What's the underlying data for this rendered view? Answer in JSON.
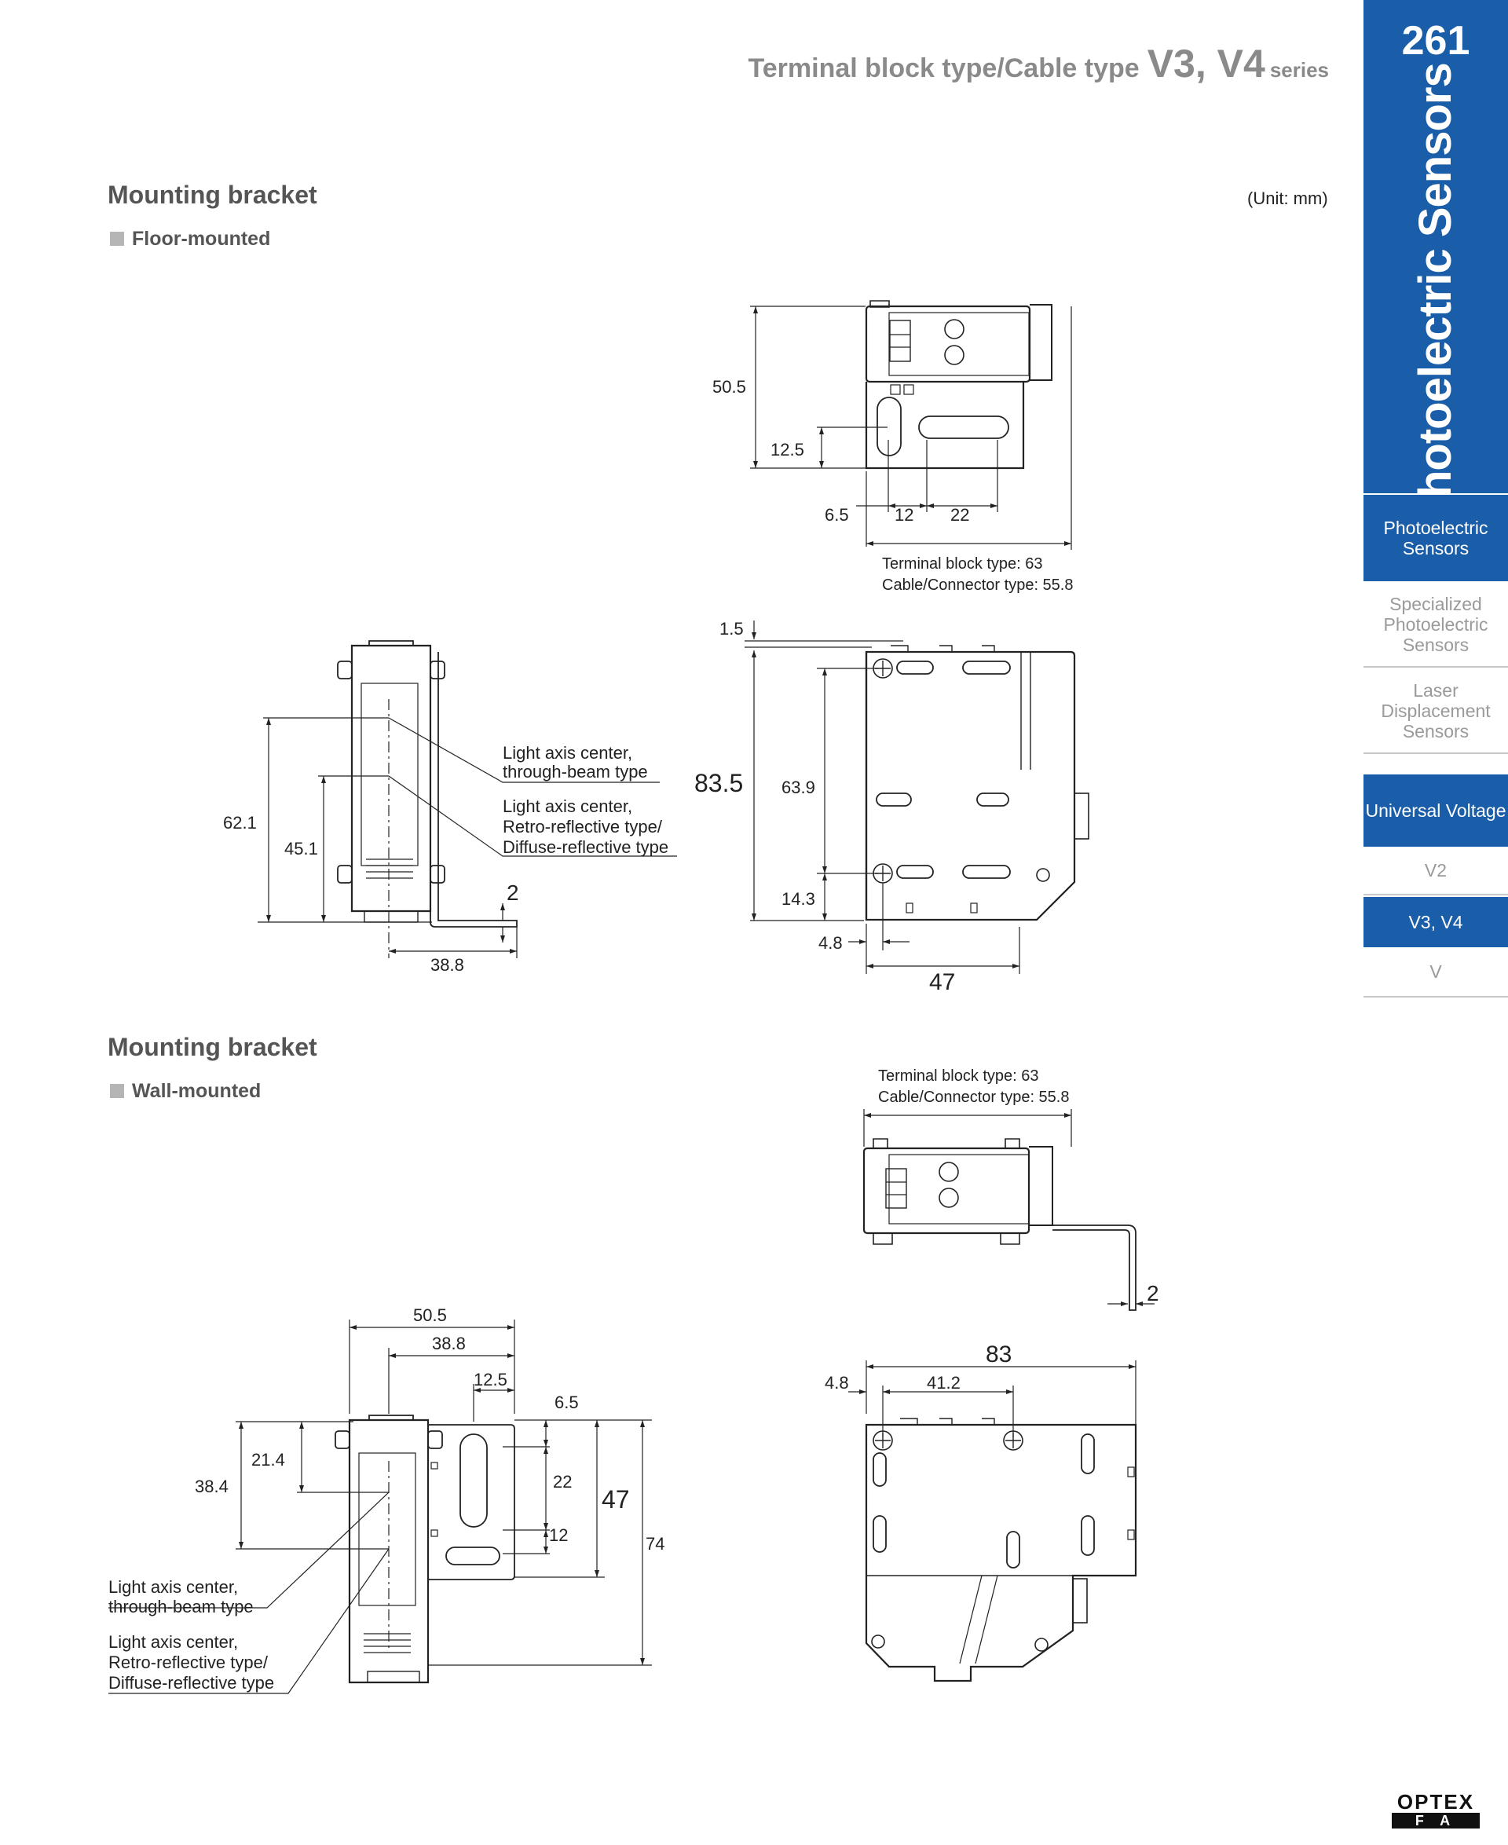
{
  "header": {
    "title_part1": "Terminal block type/Cable type",
    "title_part2": "V3, V4",
    "title_part3": "series"
  },
  "sidebar": {
    "page_number": "261",
    "category_title": "Photoelectric Sensors",
    "items": [
      {
        "label": "Photoelectric Sensors",
        "active": true
      },
      {
        "label": "Specialized Photoelectric Sensors",
        "active": false
      },
      {
        "label": "Laser Displacement Sensors",
        "active": false
      },
      {
        "label": "Universal Voltage",
        "active": true
      },
      {
        "label": "V2",
        "active": false
      },
      {
        "label": "V3, V4",
        "active": true
      },
      {
        "label": "V",
        "active": false
      }
    ]
  },
  "section1": {
    "title": "Mounting bracket",
    "subtitle": "Floor-mounted",
    "unit": "(Unit: mm)",
    "dims": {
      "d50_5": "50.5",
      "d12_5": "12.5",
      "d6_5": "6.5",
      "d12": "12",
      "d22": "22",
      "terminal_block": "Terminal block type: 63",
      "cable_connector": "Cable/Connector type: 55.8",
      "d1_5": "1.5",
      "d83_5": "83.5",
      "d63_9": "63.9",
      "d14_3": "14.3",
      "d4_8": "4.8",
      "d47": "47",
      "d62_1": "62.1",
      "d45_1": "45.1",
      "d2": "2",
      "d38_8": "38.8"
    },
    "labels": {
      "through_beam_1": "Light axis center,",
      "through_beam_2": "through-beam type",
      "retro_1": "Light axis center,",
      "retro_2": "Retro-reflective type/",
      "retro_3": "Diffuse-reflective type"
    }
  },
  "section2": {
    "title": "Mounting bracket",
    "subtitle": "Wall-mounted",
    "dims": {
      "terminal_block": "Terminal block type: 63",
      "cable_connector": "Cable/Connector type: 55.8",
      "d2": "2",
      "d83": "83",
      "d4_8": "4.8",
      "d41_2": "41.2",
      "d50_5": "50.5",
      "d38_8": "38.8",
      "d12_5": "12.5",
      "d6_5": "6.5",
      "d21_4": "21.4",
      "d38_4": "38.4",
      "d22": "22",
      "d47": "47",
      "d12": "12",
      "d74": "74"
    },
    "labels": {
      "through_beam_1": "Light axis center,",
      "through_beam_2": "through-beam type",
      "retro_1": "Light axis center,",
      "retro_2": "Retro-reflective type/",
      "retro_3": "Diffuse-reflective type"
    }
  },
  "footer": {
    "logo_top": "OPTEX",
    "logo_bottom": "F A"
  },
  "colors": {
    "brand_blue": "#1a5da8",
    "heading_gray": "#555555",
    "inactive_gray": "#9a9a9a"
  }
}
